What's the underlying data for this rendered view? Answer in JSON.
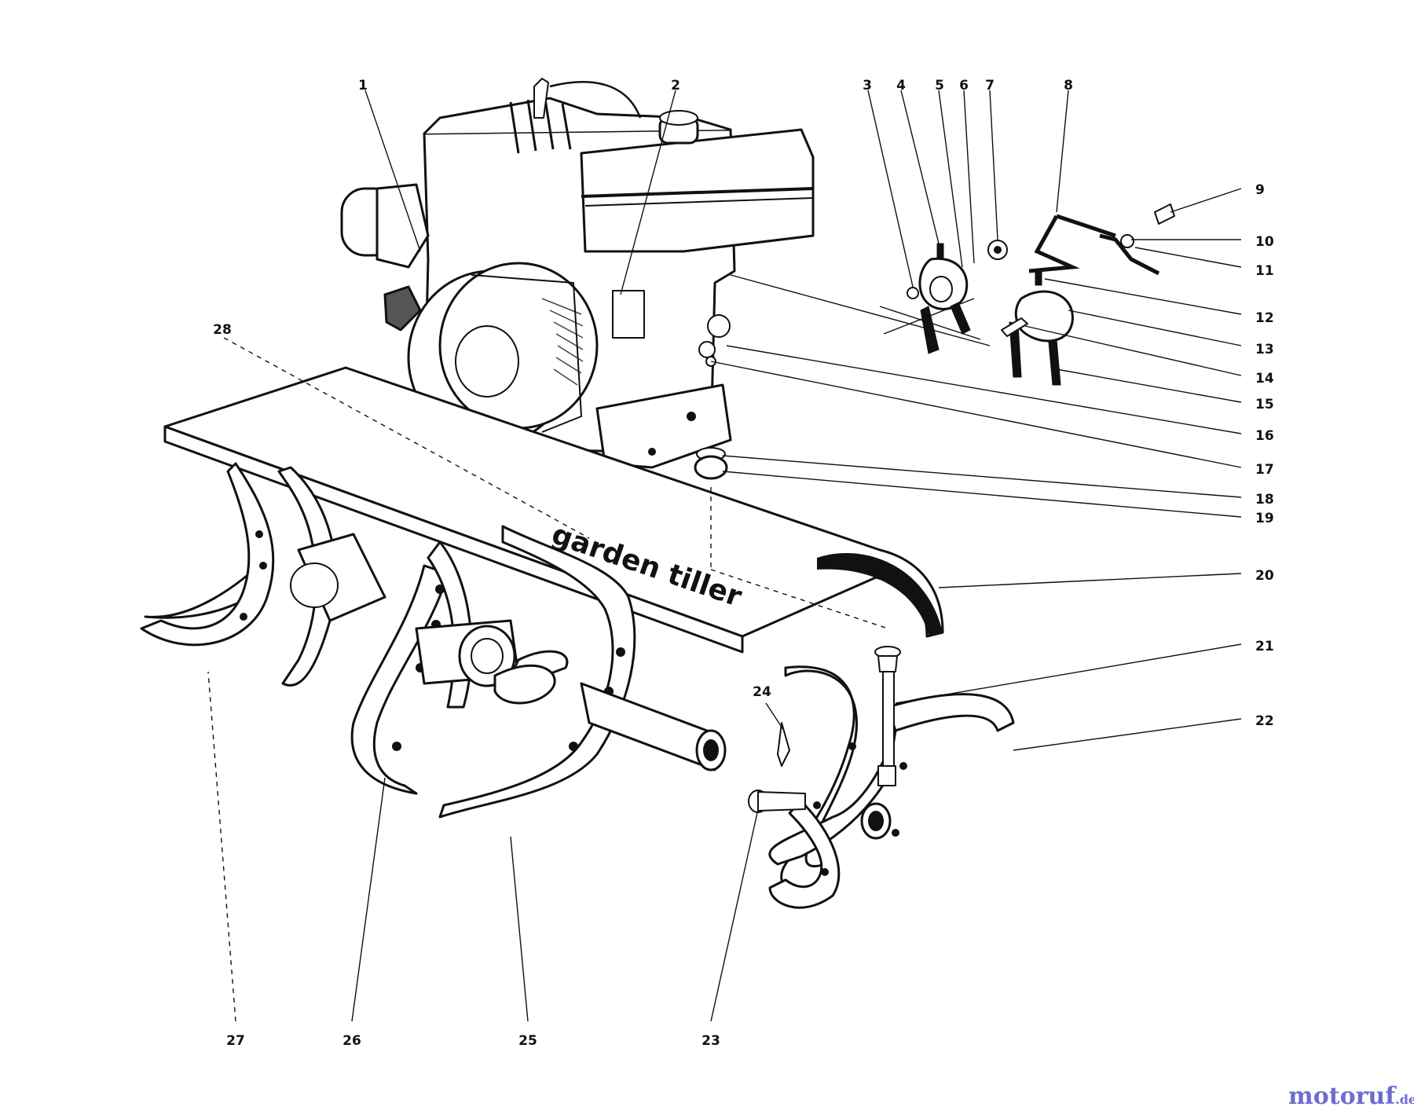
{
  "diagram": {
    "shield_text": "garden tiller",
    "callouts": [
      "1",
      "2",
      "3",
      "4",
      "5",
      "6",
      "7",
      "8",
      "9",
      "10",
      "11",
      "12",
      "13",
      "14",
      "15",
      "16",
      "17",
      "18",
      "19",
      "20",
      "21",
      "22",
      "23",
      "24",
      "25",
      "26",
      "27",
      "28"
    ]
  },
  "watermark": {
    "text_main": "motoruf",
    "text_suffix": ".de",
    "color_main": "#6b6bd1",
    "color_accent": "#e57b1f"
  }
}
